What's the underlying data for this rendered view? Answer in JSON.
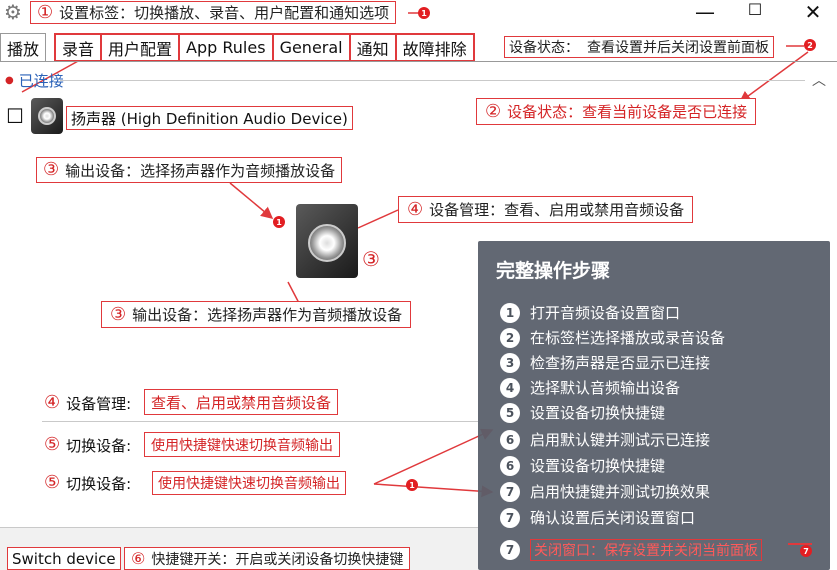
{
  "top_bar": {
    "gear_glyph": "⚙",
    "annotation_num": "①",
    "annotation_text": "设置标签：切换播放、录音、用户配置和通知选项",
    "minimize_glyph": "—",
    "maximize_glyph": "☐",
    "close_glyph": "✕"
  },
  "tabs": [
    {
      "label": "播放"
    },
    {
      "label": "录音"
    },
    {
      "label": "用户配置"
    },
    {
      "label": "App Rules"
    },
    {
      "label": "General"
    },
    {
      "label": "通知"
    },
    {
      "label": "故障排除"
    }
  ],
  "device_status": {
    "label": "设备状态：",
    "description": "查看设置并后关闭设置前面板",
    "callout_num": "②",
    "callout_text": "设备状态：查看当前设备是否已连接"
  },
  "connection": {
    "dot": "●",
    "status": "已连接",
    "collapse_glyph": "︿"
  },
  "device": {
    "checkbox": "☐",
    "name": "扬声器 (High Definition Audio Device)"
  },
  "annotations": {
    "output_top_num": "③",
    "output_top_text": "输出设备：选择扬声器作为音频播放设备",
    "manage_top_num": "④",
    "manage_top_text": "设备管理：查看、启用或禁用音频设备",
    "speaker_side_num": "③",
    "output_bottom_num": "③",
    "output_bottom_text": "输出设备：选择扬声器作为音频播放设备",
    "manage_num": "④",
    "manage_label": "设备管理:",
    "manage_box": "查看、启用或禁用音频设备",
    "switch1_num": "⑤",
    "switch1_label": "切换设备:",
    "switch1_box": "使用快捷键快速切换音频输出",
    "switch2_num": "⑤",
    "switch2_label": "切换设备:",
    "switch2_box": "使用快捷键快速切换音频输出",
    "hotkey_num": "⑥",
    "hotkey_text": "快捷键开关：开启或关闭设备切换快捷键"
  },
  "bottom": {
    "switch_button": "Switch device"
  },
  "panel": {
    "title": "完整操作步骤",
    "steps": [
      {
        "num": "1",
        "text": "打开音频设备设置窗口"
      },
      {
        "num": "2",
        "text": "在标签栏选择播放或录音设备"
      },
      {
        "num": "3",
        "text": "检查扬声器是否显示已连接"
      },
      {
        "num": "4",
        "text": "选择默认音频输出设备"
      },
      {
        "num": "5",
        "text": "设置设备切换快捷键"
      },
      {
        "num": "6",
        "text": "启用默认键并测试示已连接"
      },
      {
        "num": "6",
        "text": "设置设备切换快捷键"
      },
      {
        "num": "7",
        "text": "启用快捷键并测试切换效果"
      },
      {
        "num": "7",
        "text": "确认设置后关闭设置窗口"
      },
      {
        "num": "7",
        "text": "关闭窗口：保存设置并关闭当前面板"
      }
    ]
  },
  "markers": {
    "m1": "1",
    "m2": "2",
    "m3": "1",
    "m4": "1",
    "m5": "7"
  },
  "colors": {
    "accent_red": "#e0393c",
    "panel_bg": "#585f6a"
  }
}
